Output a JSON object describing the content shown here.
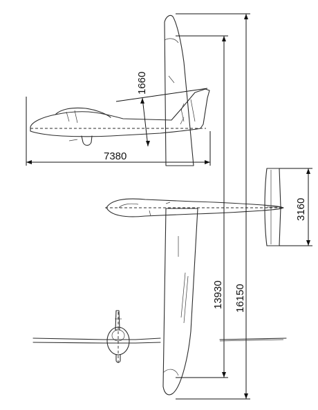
{
  "dimensions": {
    "fuselage_length": "7380",
    "tail_height": "1660",
    "stabilizer_span": "3160",
    "span_short": "13930",
    "span_full": "16150"
  }
}
